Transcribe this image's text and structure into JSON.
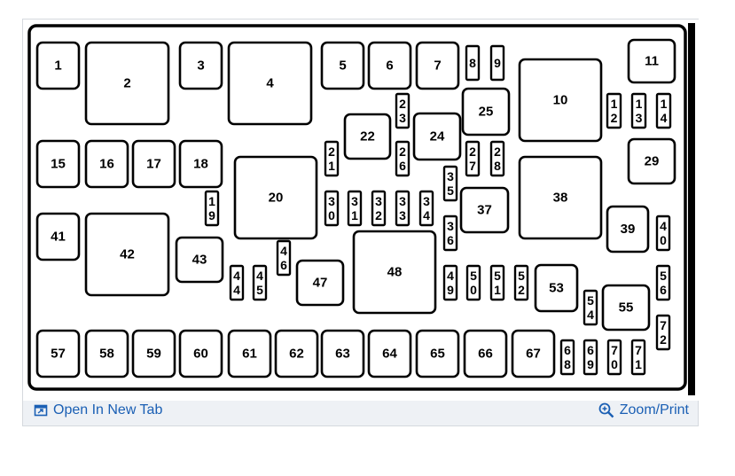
{
  "footer": {
    "open_new_tab": "Open In New Tab",
    "zoom_print": "Zoom/Print"
  },
  "colors": {
    "link": "#1a5fb4",
    "frame_bg": "#eef1f5",
    "outline": "#000000"
  },
  "fuses": [
    {
      "label": "1"
    },
    {
      "label": "2"
    },
    {
      "label": "3"
    },
    {
      "label": "4"
    },
    {
      "label": "5"
    },
    {
      "label": "6"
    },
    {
      "label": "7"
    },
    {
      "label": "8"
    },
    {
      "label": "9"
    },
    {
      "label": "10"
    },
    {
      "label": "11"
    },
    {
      "label": "12"
    },
    {
      "label": "13"
    },
    {
      "label": "14"
    },
    {
      "label": "15"
    },
    {
      "label": "16"
    },
    {
      "label": "17"
    },
    {
      "label": "18"
    },
    {
      "label": "19"
    },
    {
      "label": "20"
    },
    {
      "label": "21"
    },
    {
      "label": "22"
    },
    {
      "label": "23"
    },
    {
      "label": "24"
    },
    {
      "label": "25"
    },
    {
      "label": "26"
    },
    {
      "label": "27"
    },
    {
      "label": "28"
    },
    {
      "label": "29"
    },
    {
      "label": "30"
    },
    {
      "label": "31"
    },
    {
      "label": "32"
    },
    {
      "label": "33"
    },
    {
      "label": "34"
    },
    {
      "label": "35"
    },
    {
      "label": "36"
    },
    {
      "label": "37"
    },
    {
      "label": "38"
    },
    {
      "label": "39"
    },
    {
      "label": "40"
    },
    {
      "label": "41"
    },
    {
      "label": "42"
    },
    {
      "label": "43"
    },
    {
      "label": "44"
    },
    {
      "label": "45"
    },
    {
      "label": "46"
    },
    {
      "label": "47"
    },
    {
      "label": "48"
    },
    {
      "label": "49"
    },
    {
      "label": "50"
    },
    {
      "label": "51"
    },
    {
      "label": "52"
    },
    {
      "label": "53"
    },
    {
      "label": "54"
    },
    {
      "label": "55"
    },
    {
      "label": "56"
    },
    {
      "label": "57"
    },
    {
      "label": "58"
    },
    {
      "label": "59"
    },
    {
      "label": "60"
    },
    {
      "label": "61"
    },
    {
      "label": "62"
    },
    {
      "label": "63"
    },
    {
      "label": "64"
    },
    {
      "label": "65"
    },
    {
      "label": "66"
    },
    {
      "label": "67"
    },
    {
      "label": "68"
    },
    {
      "label": "69"
    },
    {
      "label": "70"
    },
    {
      "label": "71"
    },
    {
      "label": "72"
    }
  ]
}
